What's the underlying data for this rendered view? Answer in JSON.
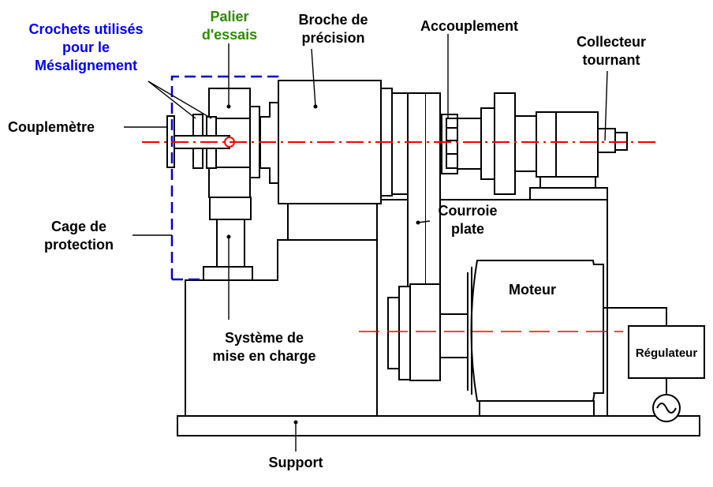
{
  "labels": {
    "crochets": [
      "Crochets utilisés",
      "pour le",
      "Mésalignement"
    ],
    "palier": [
      "Palier",
      "d'essais"
    ],
    "broche": [
      "Broche de",
      "précision"
    ],
    "accouplement": [
      "Accouplement"
    ],
    "collecteur": [
      "Collecteur",
      "tournant"
    ],
    "couplemetre": [
      "Couplemètre"
    ],
    "cage": [
      "Cage de",
      "protection"
    ],
    "courroie": [
      "Courroie",
      "plate"
    ],
    "moteur": [
      "Moteur"
    ],
    "systeme": [
      "Système de",
      "mise en charge"
    ],
    "regulateur": [
      "Régulateur"
    ],
    "support": [
      "Support"
    ]
  },
  "colors": {
    "crochets": "#0000ff",
    "palier": "#2e8b00",
    "axis": "#ff0000",
    "cage": "#0000cc",
    "ink": "#000000"
  },
  "icons": {
    "ac_source": "sine-wave-icon"
  }
}
